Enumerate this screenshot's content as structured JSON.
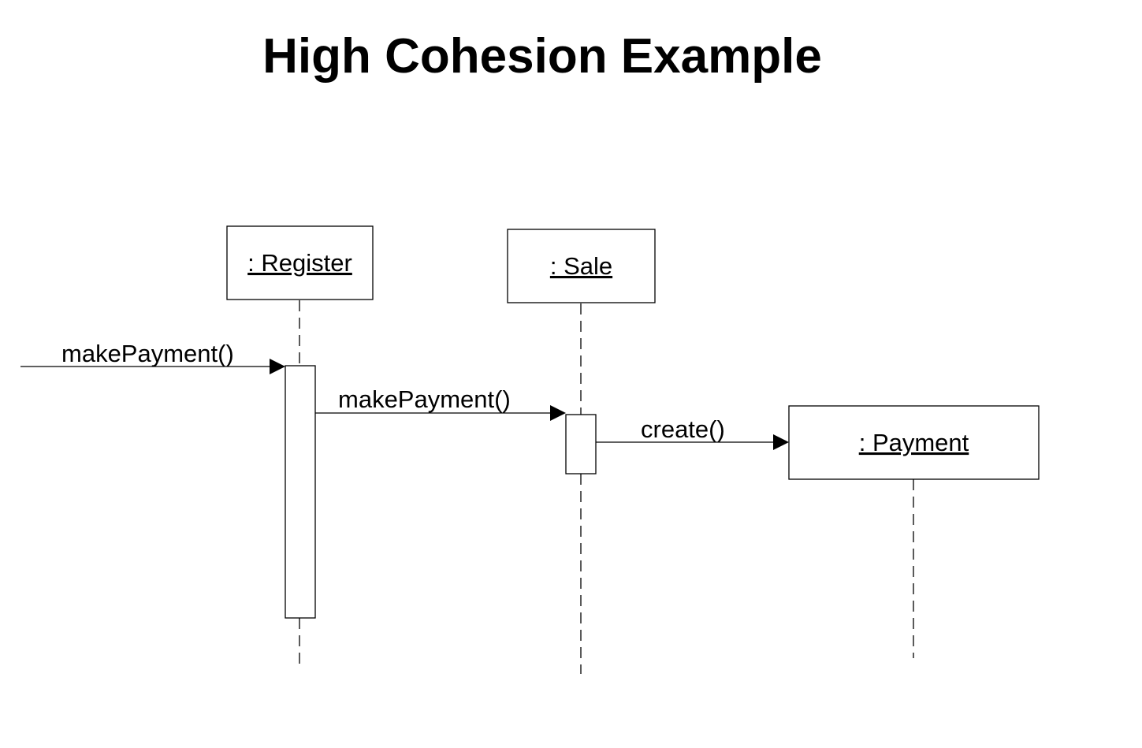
{
  "title": "High Cohesion Example",
  "objects": {
    "register": ": Register",
    "sale": ": Sale",
    "payment": ": Payment"
  },
  "messages": {
    "incoming": "makePayment()",
    "register_to_sale": "makePayment()",
    "sale_to_payment": "create()"
  }
}
